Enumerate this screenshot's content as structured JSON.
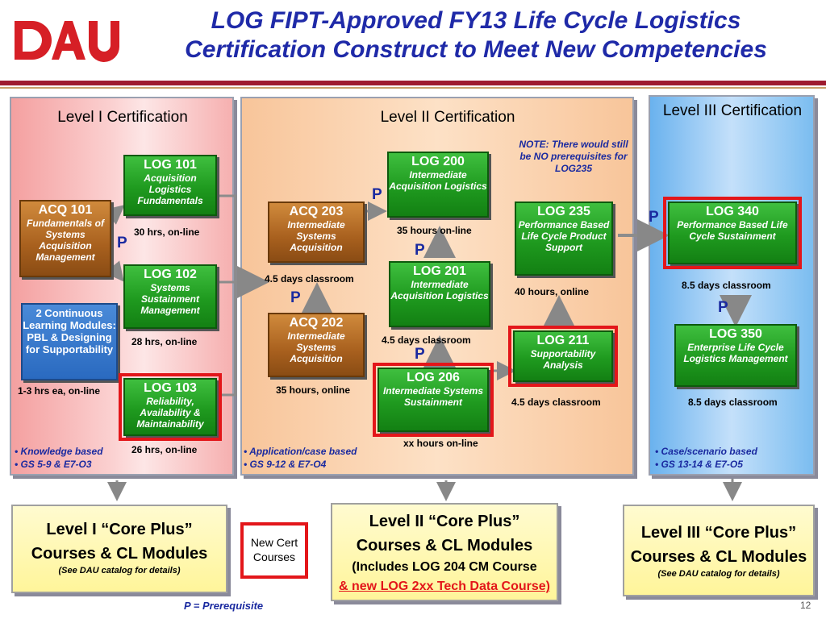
{
  "header": {
    "title_line1": "LOG FIPT-Approved FY13 Life Cycle Logistics",
    "title_line2": "Certification Construct to Meet New Competencies",
    "logo_text": "DAU"
  },
  "level1": {
    "title": "Level I  Certification",
    "acq101": {
      "code": "ACQ 101",
      "name": "Fundamentals of Systems Acquisition Management"
    },
    "log101": {
      "code": "LOG 101",
      "name": "Acquisition Logistics Fundamentals",
      "hours": "30  hrs, on-line"
    },
    "log102": {
      "code": "LOG 102",
      "name": "Systems Sustainment Management",
      "hours": "28  hrs, on-line"
    },
    "log103": {
      "code": "LOG 103",
      "name": "Reliability, Availability & Maintainability",
      "hours": "26  hrs, on-line"
    },
    "modules": {
      "name": "2 Continuous Learning Modules: PBL & Designing for Supportability",
      "hours": "1-3 hrs ea, on-line"
    },
    "bullets": [
      "• Knowledge based",
      "• GS 5-9 &  E7-O3"
    ]
  },
  "level2": {
    "title": "Level II Certification",
    "acq203": {
      "code": "ACQ 203",
      "name": "Intermediate Systems Acquisition",
      "hours": "4.5 days classroom"
    },
    "acq202": {
      "code": "ACQ 202",
      "name": "Intermediate Systems Acquisition",
      "hours": "35 hours, online"
    },
    "log200": {
      "code": "LOG 200",
      "name": "Intermediate Acquisition Logistics",
      "hours": "35 hours on-line"
    },
    "log201": {
      "code": "LOG 201",
      "name": "Intermediate Acquisition Logistics",
      "hours": "4.5 days classroom"
    },
    "log206": {
      "code": "LOG 206",
      "name": "Intermediate Systems Sustainment",
      "hours": "xx hours on-line"
    },
    "log235": {
      "code": "LOG 235",
      "name": "Performance Based Life Cycle Product Support",
      "hours": "40 hours, online"
    },
    "log211": {
      "code": "LOG 211",
      "name": "Supportability Analysis",
      "hours": "4.5 days classroom"
    },
    "note": "NOTE: There would still be NO prerequisites for LOG235",
    "bullets": [
      "• Application/case based",
      "• GS 9-12 & E7-O4"
    ]
  },
  "level3": {
    "title": "Level III Certification",
    "log340": {
      "code": "LOG 340",
      "name": "Performance Based Life Cycle Sustainment",
      "hours": "8.5 days classroom"
    },
    "log350": {
      "code": "LOG 350",
      "name": "Enterprise Life Cycle Logistics Management",
      "hours": "8.5 days classroom"
    },
    "bullets": [
      "• Case/scenario based",
      "• GS 13-14 &  E7-O5"
    ]
  },
  "prereq_marker": "P",
  "core": {
    "l1": {
      "line1": "Level I “Core Plus”",
      "line2": "Courses & CL Modules",
      "note": "(See DAU catalog for details)"
    },
    "l2": {
      "line1": "Level II “Core Plus”",
      "line2": "Courses & CL Modules",
      "line3": "(Includes LOG 204 CM Course",
      "line4": "& new LOG 2xx Tech Data Course)"
    },
    "l3": {
      "line1": "Level III “Core Plus”",
      "line2": "Courses & CL Modules",
      "note": "(See DAU catalog for details)"
    }
  },
  "legend": {
    "new_cert": "New Cert Courses",
    "prereq": "P = Prerequisite"
  },
  "page_number": "12",
  "colors": {
    "title": "#1f2aa8",
    "accent_red": "#e3161a",
    "course_green": "#1f9a1f",
    "acq_brown": "#a8601e"
  }
}
